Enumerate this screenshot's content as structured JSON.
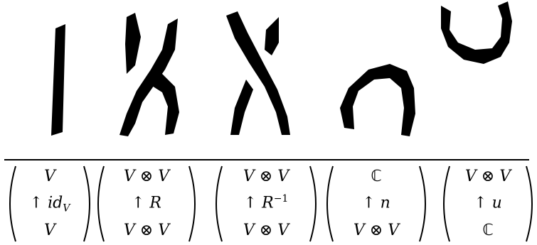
{
  "ribbons": [
    {
      "name": "identity-strand",
      "kind": "straight"
    },
    {
      "name": "braid-crossing-r",
      "kind": "crossing"
    },
    {
      "name": "braid-crossing-r-inverse",
      "kind": "crossing-inverse"
    },
    {
      "name": "cap-n",
      "kind": "cap"
    },
    {
      "name": "cup-u",
      "kind": "cup"
    }
  ],
  "matrices": [
    {
      "top": "V",
      "arrow": "↑",
      "label": "id",
      "sub": "V",
      "sup": "",
      "bottom": "V"
    },
    {
      "top": "V ⊗ V",
      "arrow": "↑",
      "label": "R",
      "sub": "",
      "sup": "",
      "bottom": "V ⊗ V"
    },
    {
      "top": "V ⊗ V",
      "arrow": "↑",
      "label": "R",
      "sub": "",
      "sup": "−1",
      "bottom": "V ⊗ V"
    },
    {
      "top": "ℂ",
      "arrow": "↑",
      "label": "n",
      "sub": "",
      "sup": "",
      "bottom": "V ⊗ V"
    },
    {
      "top": "V ⊗ V",
      "arrow": "↑",
      "label": "u",
      "sub": "",
      "sup": "",
      "bottom": "ℂ"
    }
  ]
}
